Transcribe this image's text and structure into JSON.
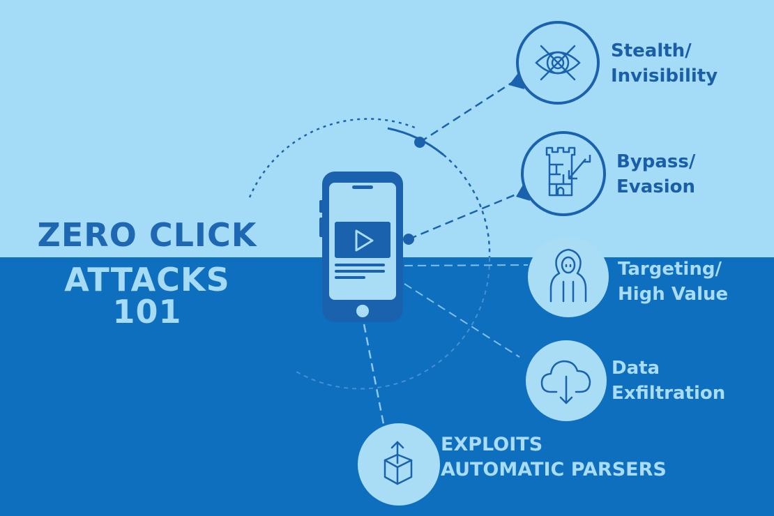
{
  "title": {
    "line1": "ZERO CLICK",
    "line2": "ATTACKS 101"
  },
  "nodes": [
    {
      "id": "stealth",
      "icon": "crossed-eye-icon",
      "line1": "Stealth/",
      "line2": "Invisibility"
    },
    {
      "id": "bypass",
      "icon": "castle-tower-icon",
      "line1": "Bypass/",
      "line2": "Evasion"
    },
    {
      "id": "targeting",
      "icon": "hooded-figure-icon",
      "line1": "Targeting/",
      "line2": "High Value"
    },
    {
      "id": "exfil",
      "icon": "cloud-download-icon",
      "line1": "Data",
      "line2": "Exfiltration"
    },
    {
      "id": "exploits",
      "icon": "box-upload-icon",
      "line1": "EXPLOITS",
      "line2": "AUTOMATIC PARSERS"
    }
  ],
  "center": {
    "icon": "smartphone-play-icon"
  },
  "colors": {
    "sky": "#a4dcf8",
    "deep": "#0f6fbf",
    "navy": "#1a62ad",
    "pale": "#a9ddf6"
  }
}
